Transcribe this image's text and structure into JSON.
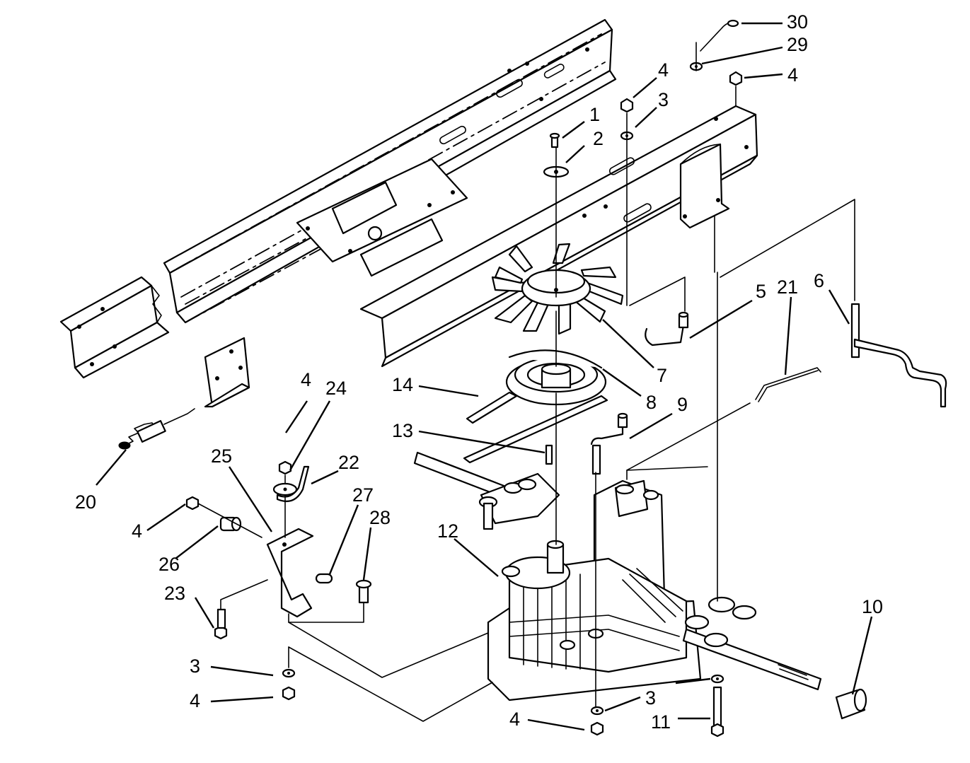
{
  "callouts": [
    {
      "id": "1",
      "label": "1"
    },
    {
      "id": "2",
      "label": "2"
    },
    {
      "id": "3a",
      "label": "3"
    },
    {
      "id": "3b",
      "label": "3"
    },
    {
      "id": "3c",
      "label": "3"
    },
    {
      "id": "4a",
      "label": "4"
    },
    {
      "id": "4b",
      "label": "4"
    },
    {
      "id": "4c",
      "label": "4"
    },
    {
      "id": "4d",
      "label": "4"
    },
    {
      "id": "4e",
      "label": "4"
    },
    {
      "id": "4f",
      "label": "4"
    },
    {
      "id": "5",
      "label": "5"
    },
    {
      "id": "6",
      "label": "6"
    },
    {
      "id": "7",
      "label": "7"
    },
    {
      "id": "8",
      "label": "8"
    },
    {
      "id": "9",
      "label": "9"
    },
    {
      "id": "10",
      "label": "10"
    },
    {
      "id": "11",
      "label": "11"
    },
    {
      "id": "12",
      "label": "12"
    },
    {
      "id": "13",
      "label": "13"
    },
    {
      "id": "14",
      "label": "14"
    },
    {
      "id": "20",
      "label": "20"
    },
    {
      "id": "21",
      "label": "21"
    },
    {
      "id": "22",
      "label": "22"
    },
    {
      "id": "23",
      "label": "23"
    },
    {
      "id": "24",
      "label": "24"
    },
    {
      "id": "25",
      "label": "25"
    },
    {
      "id": "26",
      "label": "26"
    },
    {
      "id": "27",
      "label": "27"
    },
    {
      "id": "28",
      "label": "28"
    },
    {
      "id": "29",
      "label": "29"
    },
    {
      "id": "30",
      "label": "30"
    }
  ]
}
